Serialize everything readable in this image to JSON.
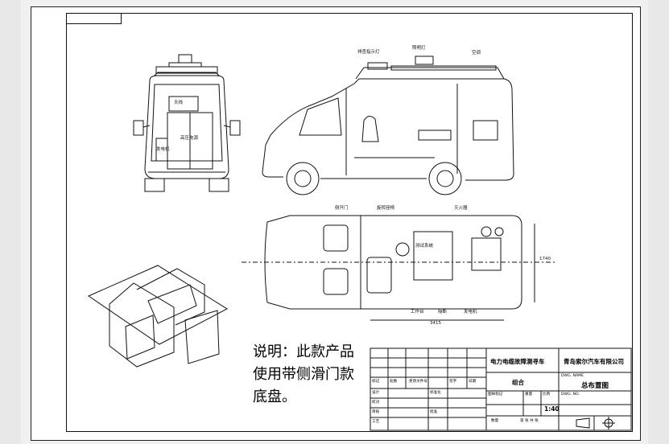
{
  "labels": {
    "beacon": "排查指示灯",
    "lights": "照明灯",
    "antenna": "天线",
    "ac": "空调",
    "high_voltage": "高压电源",
    "generator_front": "发电机",
    "door": "侧开门",
    "swivel_seat": "旋转座椅",
    "extinguisher": "灭火器",
    "test_system": "测试系统",
    "workbench": "工作台",
    "partition": "隔断",
    "generator": "发电机",
    "width_dim": "1740",
    "length_dim": "3415"
  },
  "note": "说明：此款产品使用带侧滑门款底盘。",
  "title_block": {
    "product_name": "电力电缆故障测寻车",
    "company": "青岛索尔汽车有限公司",
    "assembly": "组合",
    "dwg_name_label": "DWG. NAME",
    "drawing_title": "总布置图",
    "scale": "1:40",
    "dwg_no_label": "DWG. NO.",
    "weight_label": "重量",
    "scale_label": "比例",
    "mark_label": "图样标记",
    "sheet_label": "第 张 共 张",
    "qty_label": "数量",
    "rows": [
      "标记",
      "处数",
      "更改文件号",
      "签字",
      "日期"
    ],
    "left_roles": [
      "设计",
      "校对",
      "审核",
      "工艺"
    ],
    "mid_roles": [
      "标准化",
      "批准"
    ]
  }
}
